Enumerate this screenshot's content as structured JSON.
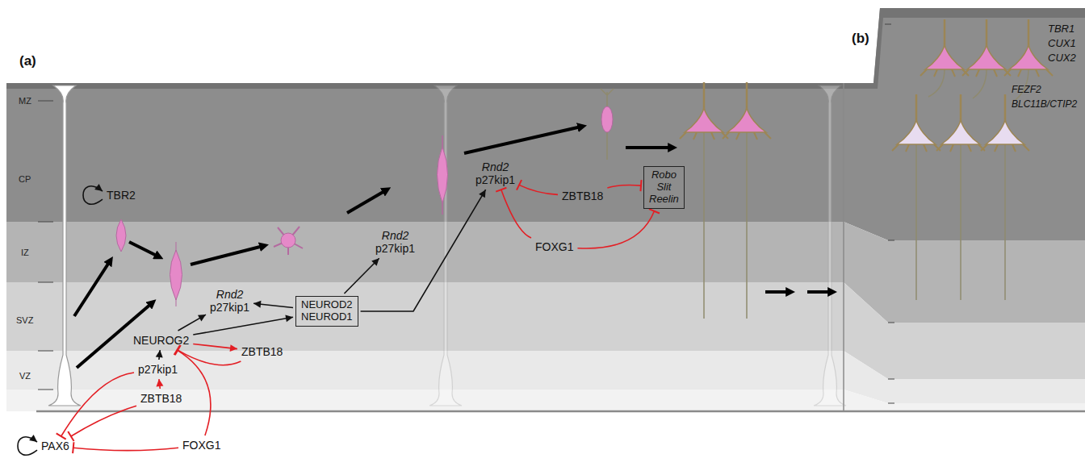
{
  "diagram": {
    "nodes": [
      {
        "text": [
          "TBR2"
        ]
      },
      {
        "text": [
          "NEUROG2"
        ]
      },
      {
        "text": [
          "p27kip1"
        ]
      },
      {
        "text": [
          "ZBTB18"
        ]
      },
      {
        "text": [
          "FOXG1"
        ]
      },
      {
        "text": [
          "PAX6"
        ]
      },
      {
        "text": [
          "ZBTB18"
        ]
      },
      {
        "text": [
          "Rnd2",
          "p27kip1"
        ]
      },
      {
        "text": [
          "NEUROD2",
          "NEUROD1"
        ]
      },
      {
        "text": [
          "Rnd2",
          "p27kip1"
        ]
      },
      {
        "text": [
          "Rnd2",
          "p27kip1"
        ]
      },
      {
        "text": [
          "ZBTB18"
        ]
      },
      {
        "text": [
          "FOXG1"
        ]
      },
      {
        "text": [
          "Robo",
          "Slit",
          "Reelin"
        ]
      }
    ],
    "edges": [
      {
        "from": 0,
        "to": 0,
        "arrow": "to"
      },
      {
        "from": 5,
        "to": 5,
        "arrow": "to"
      },
      {
        "from": 2,
        "to": 1,
        "arrow": "to"
      },
      {
        "from": 1,
        "to": 6,
        "arrow": "to"
      },
      {
        "from": 1,
        "to": 7,
        "arrow": "to"
      },
      {
        "from": 1,
        "to": 8,
        "arrow": "to"
      },
      {
        "from": 8,
        "to": 7,
        "arrow": "to"
      },
      {
        "from": 8,
        "to": 9,
        "arrow": "to"
      },
      {
        "from": 8,
        "to": 10,
        "arrow": "to"
      },
      {
        "from": 3,
        "to": 2,
        "arrow": "to"
      },
      {
        "from": 3,
        "to": 5,
        "arrow": "to"
      },
      {
        "from": 4,
        "to": 5,
        "arrow": "to"
      },
      {
        "from": 2,
        "to": 5,
        "arrow": "to"
      },
      {
        "from": 4,
        "to": 1,
        "arrow": "to"
      },
      {
        "from": 6,
        "to": 1,
        "arrow": "to"
      },
      {
        "from": 11,
        "to": 10,
        "arrow": "to"
      },
      {
        "from": 12,
        "to": 10,
        "arrow": "to"
      },
      {
        "from": 11,
        "to": 13,
        "arrow": "to"
      },
      {
        "from": 12,
        "to": 13,
        "arrow": "to"
      }
    ],
    "labels": [
      "(a)",
      "MZ",
      "CP",
      "IZ",
      "SVZ",
      "VZ",
      "(b)",
      "TBR1",
      "CUX1",
      "CUX2",
      "FEZF2",
      "BLC11B/CTIP2"
    ]
  }
}
